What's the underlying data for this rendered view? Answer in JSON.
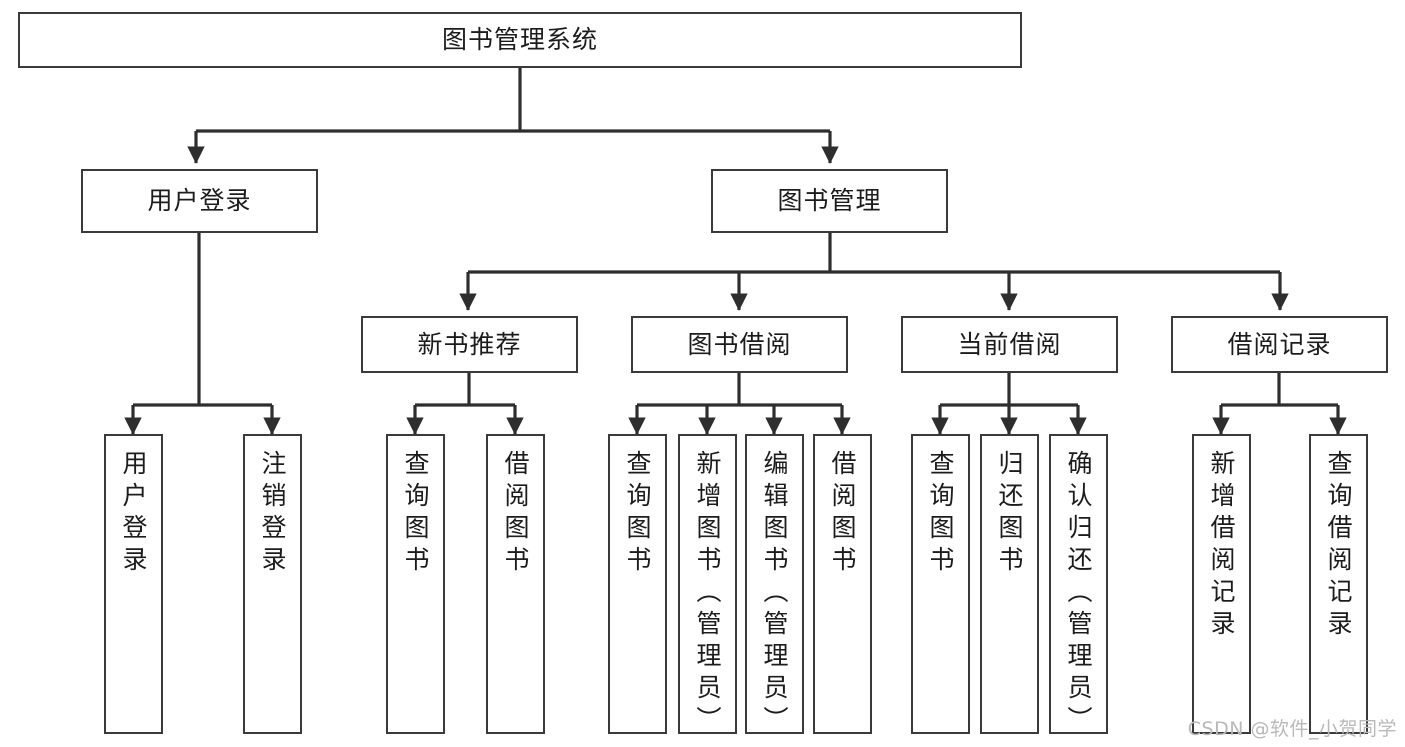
{
  "diagram": {
    "title": "图书管理系统",
    "type": "tree-hierarchy-diagram",
    "colors": {
      "box_border": "#3a3a3a",
      "box_fill": "#ffffff",
      "connector": "#2e2e2e",
      "text": "#1c1c1c",
      "watermark": "#b9b9b9",
      "background": "#ffffff"
    },
    "root": {
      "label": "图书管理系统"
    },
    "level2": [
      {
        "label": "用户登录"
      },
      {
        "label": "图书管理"
      }
    ],
    "level3": [
      {
        "label": "新书推荐"
      },
      {
        "label": "图书借阅"
      },
      {
        "label": "当前借阅"
      },
      {
        "label": "借阅记录"
      }
    ],
    "leaves": {
      "user_login": [
        {
          "label": "用户登录"
        },
        {
          "label": "注销登录"
        }
      ],
      "new_book_recommend": [
        {
          "label": "查询图书"
        },
        {
          "label": "借阅图书"
        }
      ],
      "book_borrow": [
        {
          "label": "查询图书"
        },
        {
          "label": "新增图书（管理员）"
        },
        {
          "label": "编辑图书（管理员）"
        },
        {
          "label": "借阅图书"
        }
      ],
      "current_borrow": [
        {
          "label": "查询图书"
        },
        {
          "label": "归还图书"
        },
        {
          "label": "确认归还（管理员）"
        }
      ],
      "borrow_records": [
        {
          "label": "新增借阅记录"
        },
        {
          "label": "查询借阅记录"
        }
      ]
    }
  },
  "watermark": {
    "text": "CSDN @软件_小贺同学"
  }
}
